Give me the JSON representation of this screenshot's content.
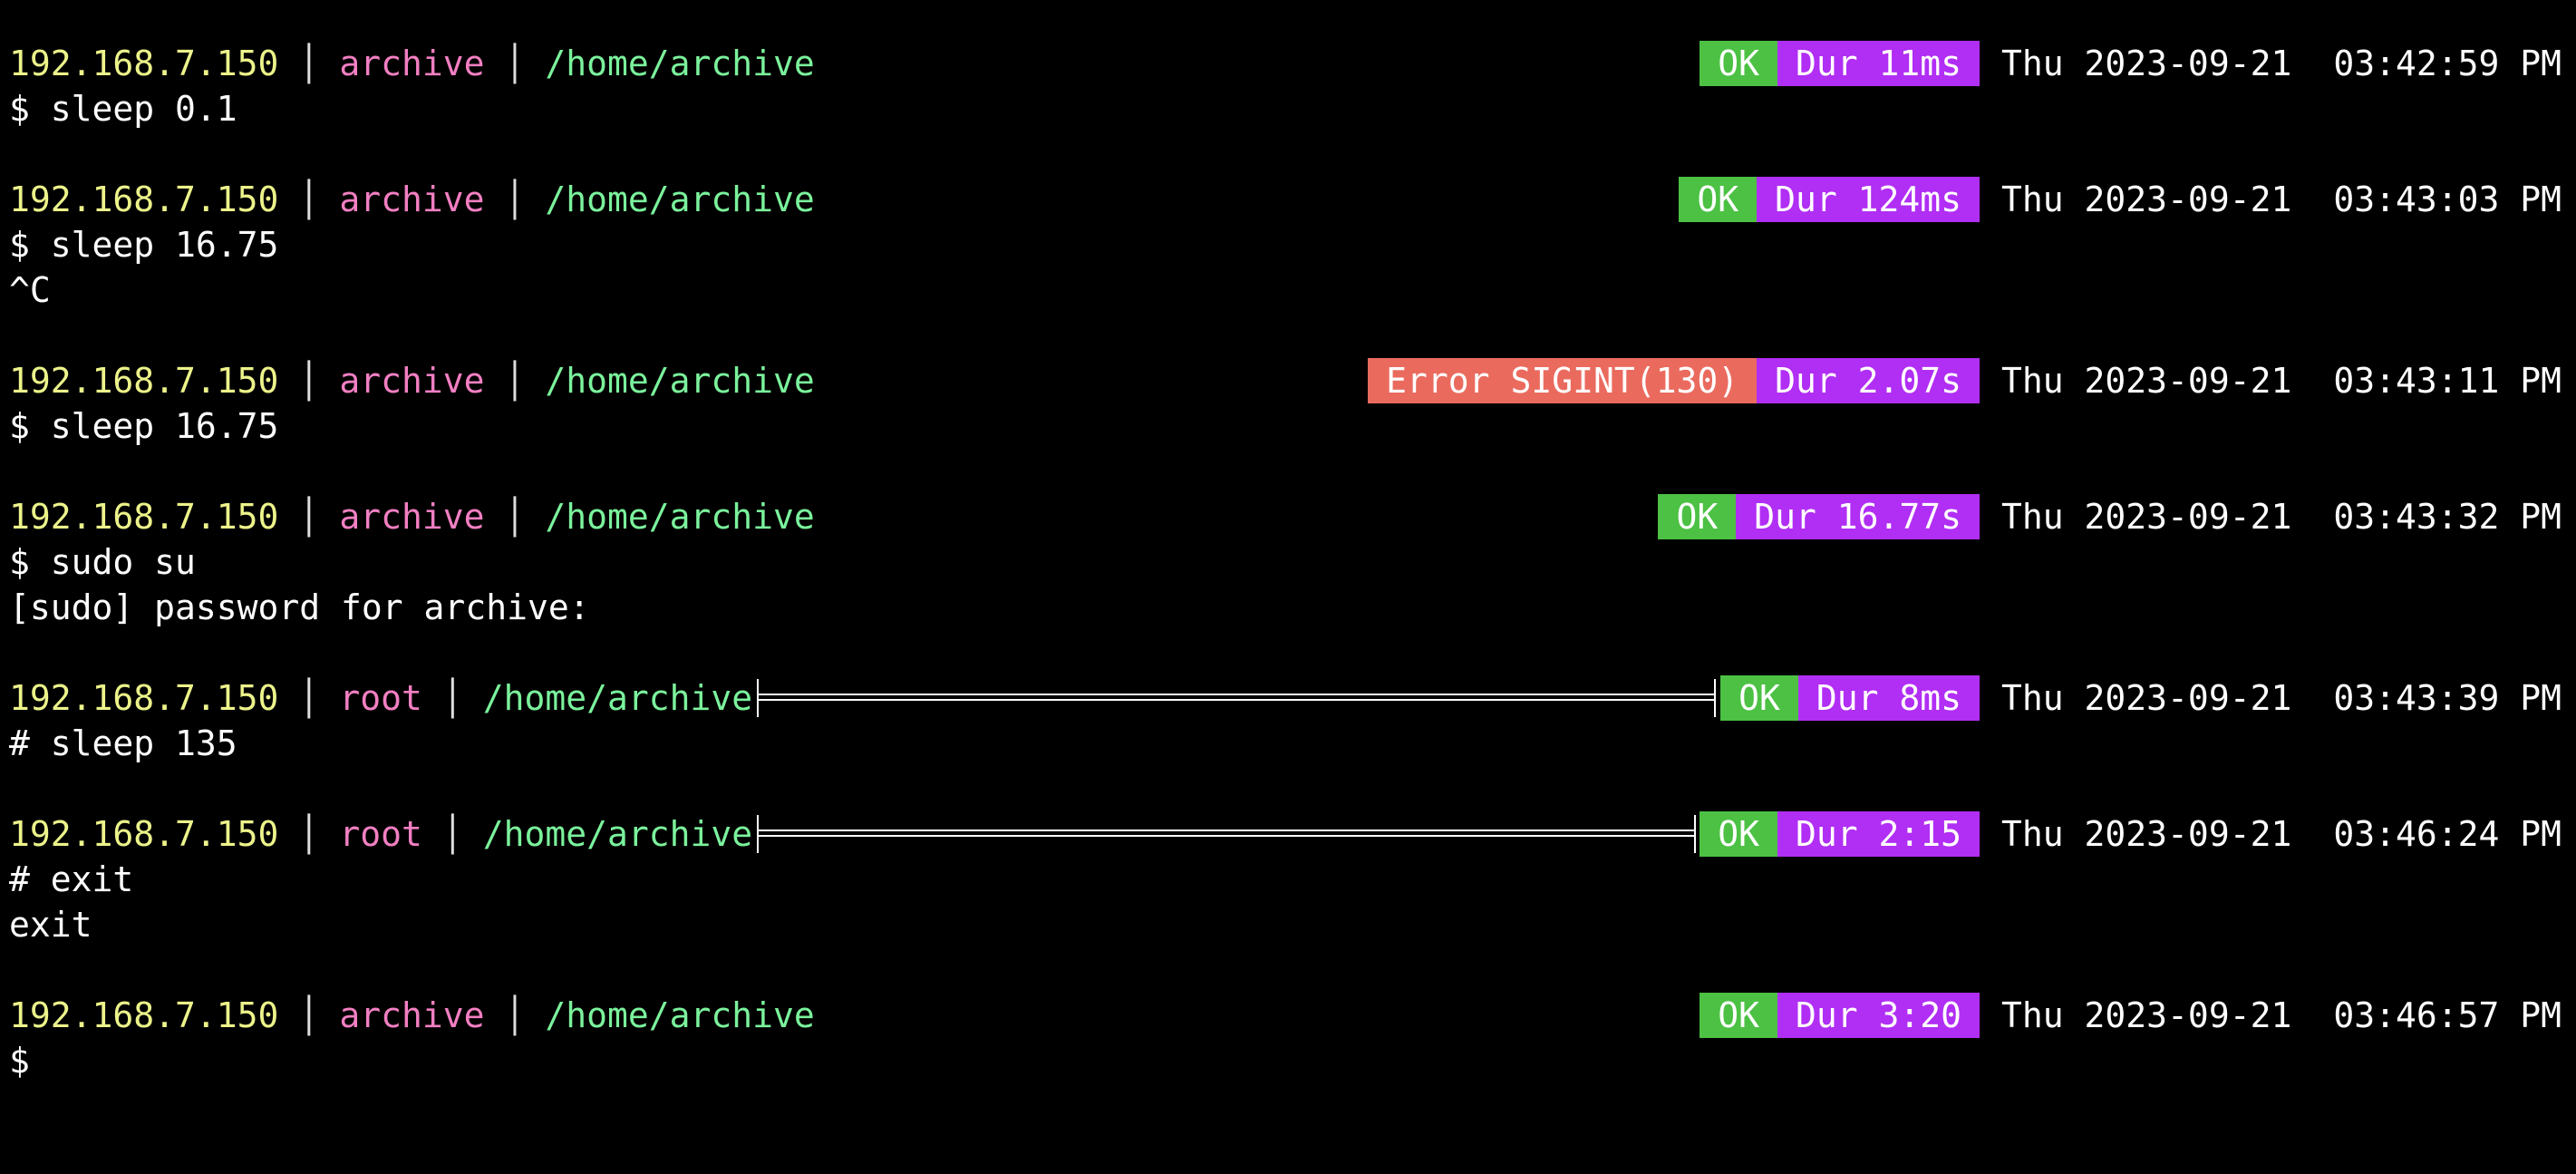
{
  "colors": {
    "ip": "#ecf38a",
    "user": "#f27fc2",
    "path": "#7bf29c",
    "ok_bg": "#4cc144",
    "error_bg": "#ea6b5e",
    "duration_bg": "#b12ef4",
    "background": "#000000",
    "text": "#ffffff"
  },
  "separator": "│",
  "prompts": [
    {
      "ip": "192.168.7.150",
      "user": "archive",
      "path": "/home/archive",
      "status": "OK",
      "duration": "Dur 11ms",
      "day": "Thu",
      "date": "2023-09-21",
      "time": "03:42:59 PM",
      "output": [
        "$ sleep 0.1"
      ]
    },
    {
      "ip": "192.168.7.150",
      "user": "archive",
      "path": "/home/archive",
      "status": "OK",
      "duration": "Dur 124ms",
      "day": "Thu",
      "date": "2023-09-21",
      "time": "03:43:03 PM",
      "output": [
        "$ sleep 16.75",
        "^C"
      ]
    },
    {
      "ip": "192.168.7.150",
      "user": "archive",
      "path": "/home/archive",
      "status": "Error SIGINT(130)",
      "duration": "Dur 2.07s",
      "day": "Thu",
      "date": "2023-09-21",
      "time": "03:43:11 PM",
      "output": [
        "$ sleep 16.75"
      ]
    },
    {
      "ip": "192.168.7.150",
      "user": "archive",
      "path": "/home/archive",
      "status": "OK",
      "duration": "Dur 16.77s",
      "day": "Thu",
      "date": "2023-09-21",
      "time": "03:43:32 PM",
      "output": [
        "$ sudo su",
        "[sudo] password for archive:"
      ]
    },
    {
      "ip": "192.168.7.150",
      "user": "root",
      "path": "/home/archive",
      "status": "OK",
      "duration": "Dur 8ms",
      "day": "Thu",
      "date": "2023-09-21",
      "time": "03:43:39 PM",
      "output": [
        "# sleep 135"
      ]
    },
    {
      "ip": "192.168.7.150",
      "user": "root",
      "path": "/home/archive",
      "status": "OK",
      "duration": "Dur 2:15",
      "day": "Thu",
      "date": "2023-09-21",
      "time": "03:46:24 PM",
      "output": [
        "# exit",
        "exit"
      ]
    },
    {
      "ip": "192.168.7.150",
      "user": "archive",
      "path": "/home/archive",
      "status": "OK",
      "duration": "Dur 3:20",
      "day": "Thu",
      "date": "2023-09-21",
      "time": "03:46:57 PM",
      "output": [
        "$"
      ]
    }
  ]
}
